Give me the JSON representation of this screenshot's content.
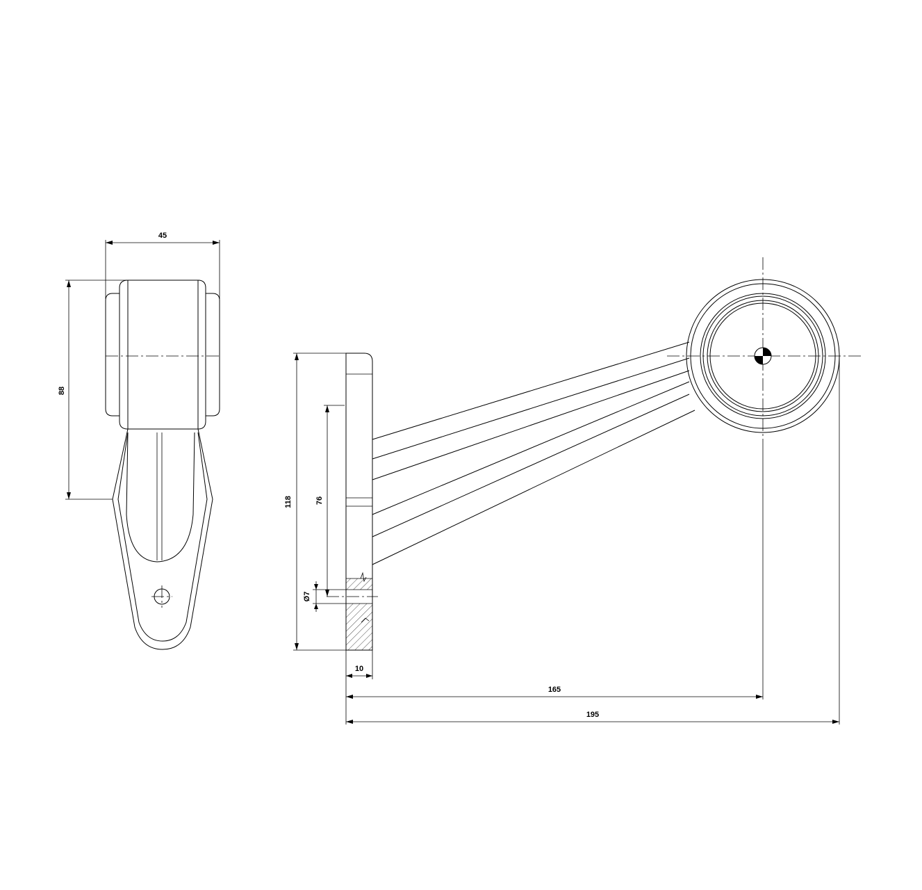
{
  "colors": {
    "line": "#000000",
    "background": "#ffffff"
  },
  "dimensions": {
    "width_side": "45",
    "height_side": "88",
    "total_height": "118",
    "hole_spacing": "76",
    "hole_diameter": "Ø7",
    "base_thickness": "10",
    "center_distance": "165",
    "total_length": "195"
  }
}
